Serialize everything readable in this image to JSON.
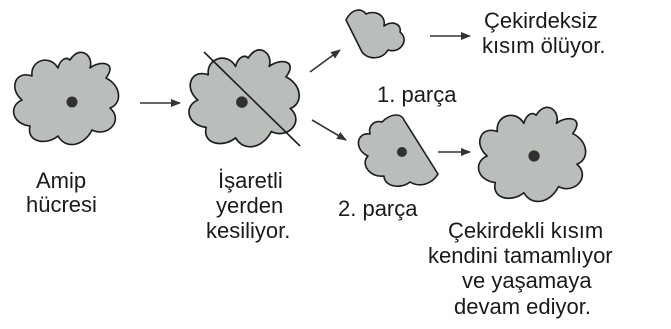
{
  "labels": {
    "amip_line1": "Amip",
    "amip_line2": "hücresi",
    "cut_line1": "İşaretli",
    "cut_line2": "yerden",
    "cut_line3": "kesiliyor.",
    "part1": "1. parça",
    "part2": "2. parça",
    "nonucleus_line1": "Çekirdeksiz",
    "nonucleus_line2": "kısım ölüyor.",
    "nucleus_line1": "Çekirdekli kısım",
    "nucleus_line2": "kendini tamamlıyor",
    "nucleus_line3": "ve yaşamaya",
    "nucleus_line4": "devam ediyor."
  },
  "colors": {
    "cell_fill": "#b9bebb",
    "cell_stroke": "#1c1c1c",
    "nucleus": "#2f302f",
    "arrow": "#333333",
    "cut_line": "#1c1c1c"
  }
}
